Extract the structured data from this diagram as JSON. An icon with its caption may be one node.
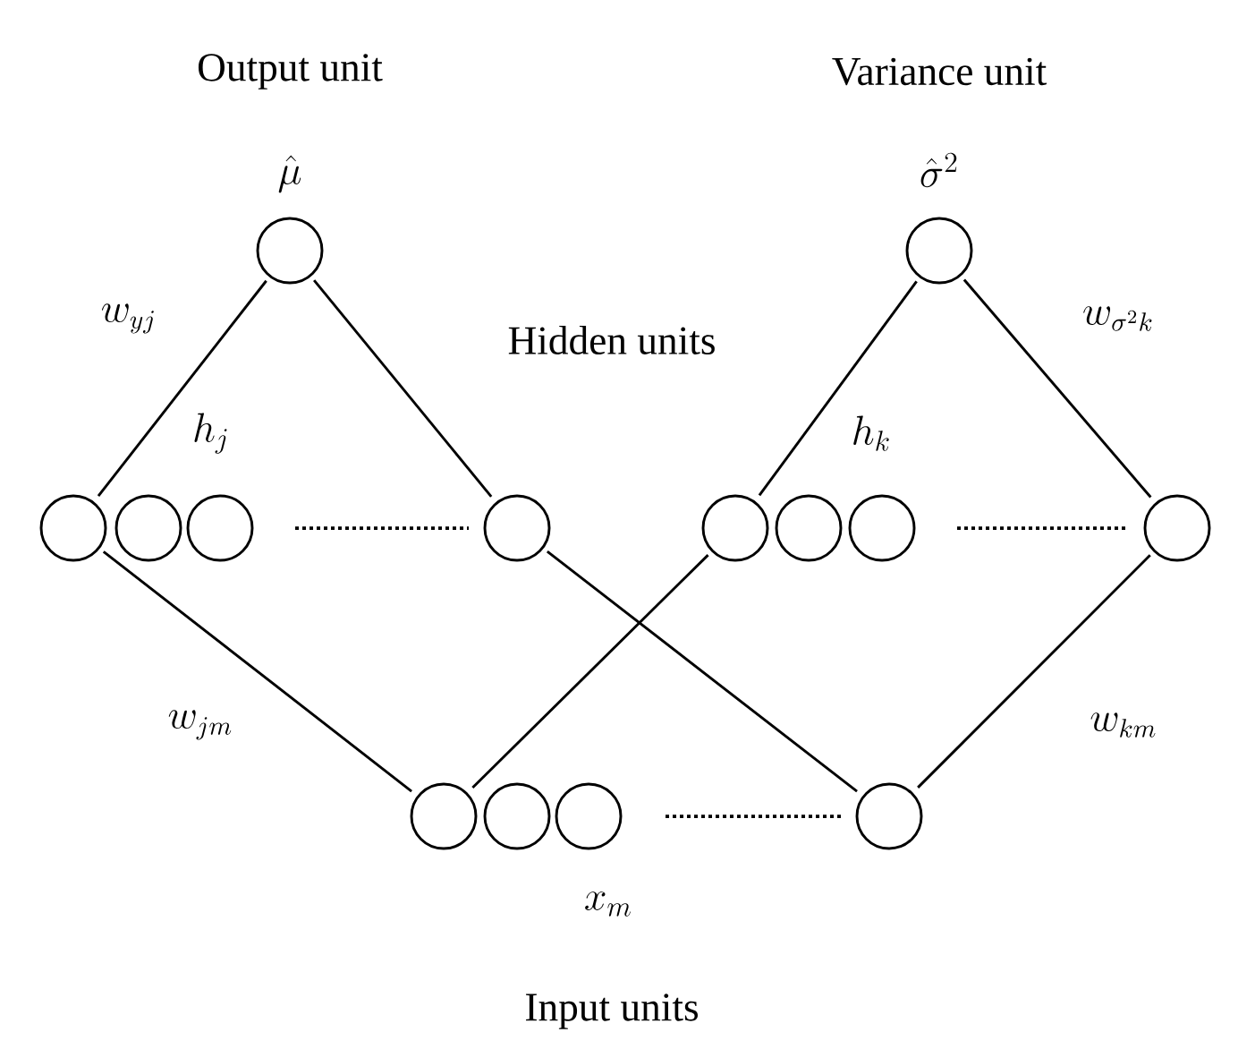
{
  "diagram": {
    "nodes": [
      {
        "text": [],
        "shape": "circle",
        "beside": [
          "Output unit",
          "\\hat{\\mu}"
        ]
      },
      {
        "text": [],
        "shape": "circle",
        "beside": [
          "Variance unit",
          "\\hat{\\sigma}^2"
        ]
      },
      {
        "text": [],
        "shape": "circle"
      },
      {
        "text": [],
        "shape": "circle"
      },
      {
        "text": [],
        "shape": "circle"
      },
      {
        "text": [],
        "shape": "circle"
      },
      {
        "text": [],
        "shape": "circle"
      },
      {
        "text": [],
        "shape": "circle"
      },
      {
        "text": [],
        "shape": "circle"
      },
      {
        "text": [],
        "shape": "circle"
      },
      {
        "text": [],
        "shape": "circle"
      },
      {
        "text": [],
        "shape": "circle"
      },
      {
        "text": [],
        "shape": "circle"
      },
      {
        "text": [],
        "shape": "circle"
      }
    ],
    "edges": [
      {
        "from": 0,
        "to": 2,
        "arrow": "none",
        "label": "w_{yj}"
      },
      {
        "from": 0,
        "to": 5,
        "arrow": "none"
      },
      {
        "from": 1,
        "to": 6,
        "arrow": "none"
      },
      {
        "from": 1,
        "to": 9,
        "arrow": "none",
        "label": "w_{\\sigma^2 k}"
      },
      {
        "from": 2,
        "to": 10,
        "arrow": "none",
        "label": "w_{jm}"
      },
      {
        "from": 5,
        "to": 13,
        "arrow": "none"
      },
      {
        "from": 6,
        "to": 10,
        "arrow": "none"
      },
      {
        "from": 9,
        "to": 13,
        "arrow": "none",
        "label": "w_{km}"
      }
    ],
    "labels": [
      "Hidden units",
      "h_j",
      "h_k",
      "x_m",
      "Input units"
    ]
  }
}
